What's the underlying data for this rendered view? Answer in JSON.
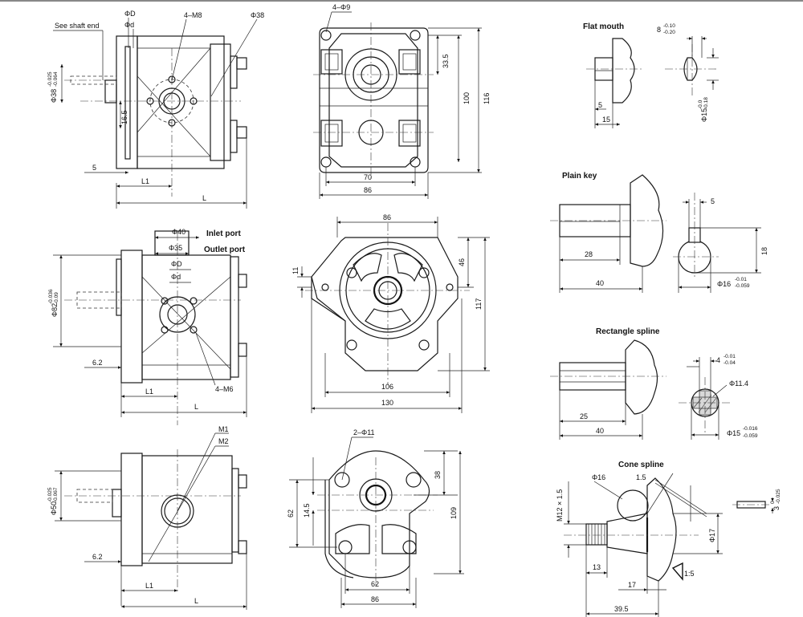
{
  "views": {
    "top_side": {
      "note": "See shaft end",
      "phi_D": "ΦD",
      "phi_d": "Φd",
      "holes": "4–M8",
      "phi38": "Φ38",
      "shaft": "Φ38",
      "shaft_tol_up": "-0.025",
      "shaft_tol_lo": "-0.064",
      "d16_5": "16.5",
      "d5": "5",
      "L1": "L1",
      "L": "L"
    },
    "top_front": {
      "holes": "4–Φ9",
      "d33_5": "33.5",
      "d100": "100",
      "d116": "116",
      "d70": "70",
      "d86": "86"
    },
    "mid_side": {
      "phi40": "Φ40",
      "phi35": "Φ35",
      "phi_D": "ΦD",
      "phi_d": "Φd",
      "inlet": "Inlet port",
      "outlet": "Outlet port",
      "shaft": "Φ82",
      "shaft_tol_up": "-0.036",
      "shaft_tol_lo": "-0.09",
      "d6_2": "6.2",
      "holes": "4–M6",
      "L1": "L1",
      "L": "L"
    },
    "mid_front": {
      "d86": "86",
      "d11": "11",
      "d46": "46",
      "d117": "117",
      "d106": "106",
      "d130": "130"
    },
    "bot_side": {
      "m1": "M1",
      "m2": "M2",
      "shaft": "Φ50",
      "shaft_tol_up": "-0.025",
      "shaft_tol_lo": "-0.067",
      "d6_2": "6.2",
      "L1": "L1",
      "L": "L"
    },
    "bot_front": {
      "holes": "2–Φ11",
      "d38": "38",
      "d62v": "62",
      "d14_5": "14.5",
      "d109": "109",
      "d62h": "62",
      "d86": "86"
    }
  },
  "shaft_ends": {
    "flat": {
      "title": "Flat mouth",
      "d8": "8",
      "tol8_up": "-0.10",
      "tol8_lo": "-0.20",
      "d5": "5",
      "d15": "15",
      "phi15": "Φ15",
      "tolp_up": "-0.0",
      "tolp_lo": "-0.18"
    },
    "key": {
      "title": "Plain key",
      "d5": "5",
      "d28": "28",
      "d40": "40",
      "d18": "18",
      "phi16": "Φ16",
      "tol_up": "-0.01",
      "tol_lo": "-0.059"
    },
    "rect": {
      "title": "Rectangle spline",
      "d4": "4",
      "tol4_up": "-0.01",
      "tol4_lo": "-0.04",
      "phi11": "Φ11.4",
      "d25": "25",
      "d40": "40",
      "phi15": "Φ15",
      "tol15_up": "-0.016",
      "tol15_lo": "-0.059"
    },
    "cone": {
      "title": "Cone spline",
      "phi16": "Φ16",
      "d1_5": "1.5",
      "m12": "M12 × 1.5",
      "phi17": "Φ17",
      "d13": "13",
      "d17": "17",
      "d39_5": "39.5",
      "taper": "1:5",
      "d3": "3",
      "tol3_up": "0",
      "tol3_lo": "-0.025"
    }
  }
}
